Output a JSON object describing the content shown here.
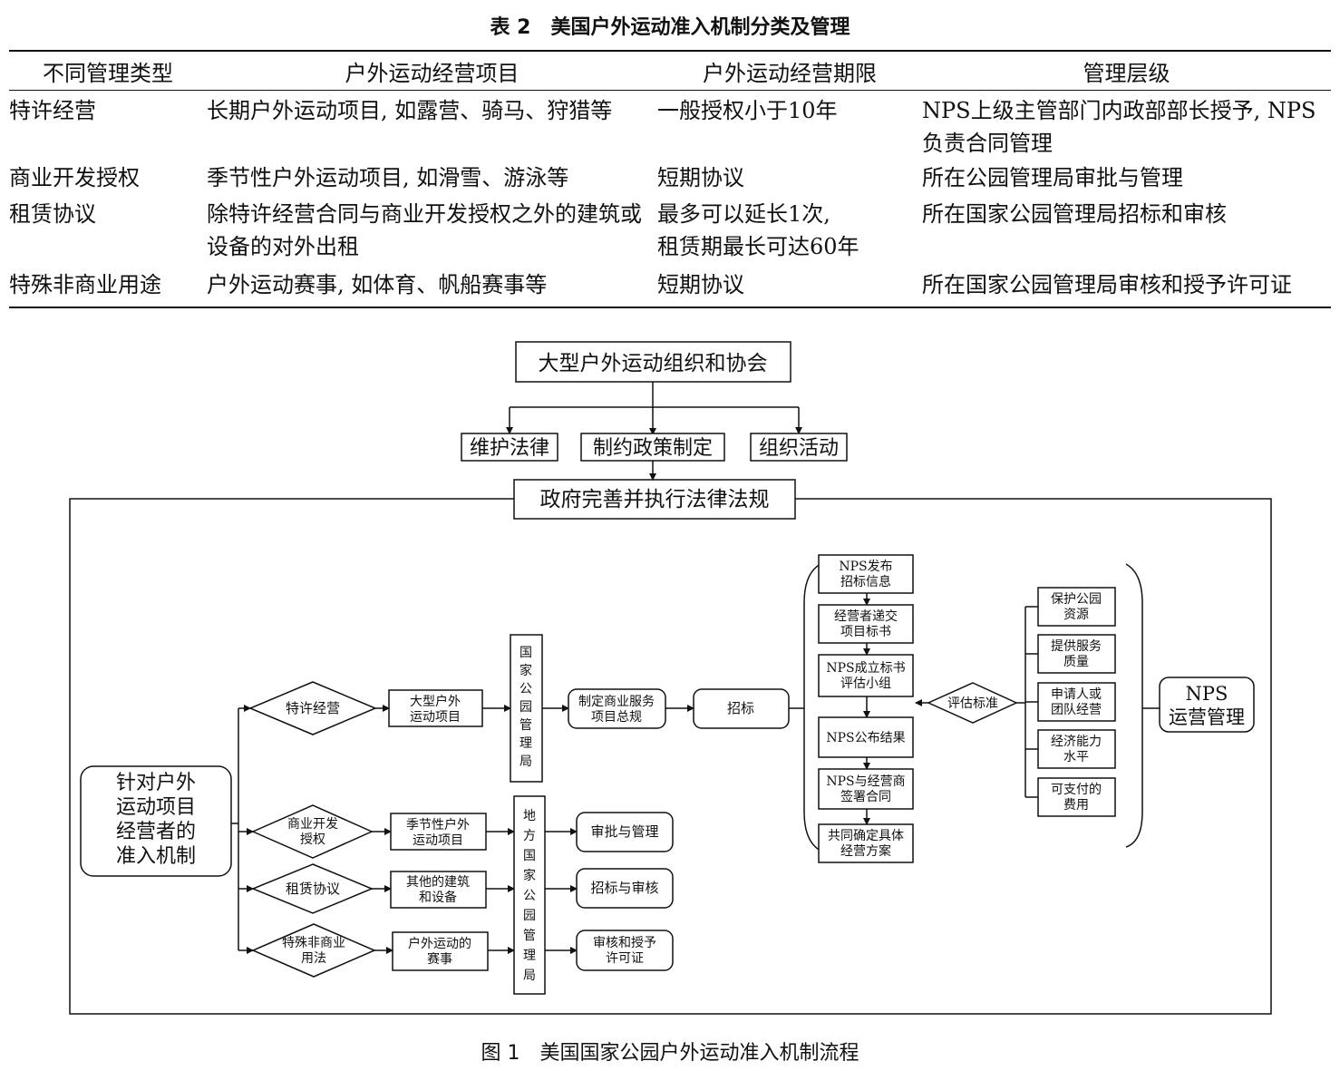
{
  "table": {
    "caption": "表 2　美国户外运动准入机制分类及管理",
    "headers": [
      "不同管理类型",
      "户外运动经营项目",
      "户外运动经营期限",
      "管理层级"
    ],
    "rows": [
      [
        "特许经营",
        "长期户外运动项目, 如露营、骑马、狩猎等",
        "一般授权小于10年",
        "NPS上级主管部门内政部部长授予, NPS负责合同管理"
      ],
      [
        "商业开发授权",
        "季节性户外运动项目, 如滑雪、游泳等",
        "短期协议",
        "所在公园管理局审批与管理"
      ],
      [
        "租赁协议",
        "除特许经营合同与商业开发授权之外的建筑或设备的对外出租",
        "最多可以延长1次,\n租赁期最长可达60年",
        "所在国家公园管理局招标和审核"
      ],
      [
        "特殊非商业用途",
        "户外运动赛事, 如体育、帆船赛事等",
        "短期协议",
        "所在国家公园管理局审核和授予许可证"
      ]
    ]
  },
  "figure": {
    "caption": "图 1　美国国家公园户外运动准入机制流程",
    "nodes": {
      "org": "大型户外运动组织和协会",
      "law": "维护法律",
      "policy": "制约政策制定",
      "activity": "组织活动",
      "gov": "政府完善并执行法律法规",
      "mechanism": [
        "针对户外",
        "运动项目",
        "经营者的",
        "准入机制"
      ],
      "type_concession": "特许经营",
      "type_commercial": [
        "商业开发",
        "授权"
      ],
      "type_lease": "租赁协议",
      "type_special": [
        "特殊非商业",
        "用法"
      ],
      "item_longterm": [
        "大型户外",
        "运动项目"
      ],
      "item_seasonal": [
        "季节性户外",
        "运动项目"
      ],
      "item_buildings": [
        "其他的建筑",
        "和设备"
      ],
      "item_events": [
        "户外运动的",
        "赛事"
      ],
      "nps_bureau": [
        "国",
        "家",
        "公",
        "园",
        "管",
        "理",
        "局"
      ],
      "local_bureau": [
        "地",
        "方",
        "国",
        "家",
        "公",
        "园",
        "管",
        "理",
        "局"
      ],
      "regulation": [
        "制定商业服务",
        "项目总规"
      ],
      "bidding": "招标",
      "out_approve": "审批与管理",
      "out_tender": "招标与审核",
      "out_permit": [
        "审核和授予",
        "许可证"
      ],
      "step_publish": [
        "NPS发布",
        "招标信息"
      ],
      "step_submit": [
        "经营者递交",
        "项目标书"
      ],
      "step_panel": [
        "NPS成立标书",
        "评估小组"
      ],
      "step_result": "NPS公布结果",
      "step_contract": [
        "NPS与经营商",
        "签署合同"
      ],
      "step_plan": [
        "共同确定具体",
        "经营方案"
      ],
      "criteria": "评估标准",
      "crit_protect": [
        "保护公园",
        "资源"
      ],
      "crit_service": [
        "提供服务",
        "质量"
      ],
      "crit_applicant": [
        "申请人或",
        "团队经营"
      ],
      "crit_economic": [
        "经济能力",
        "水平"
      ],
      "crit_cost": [
        "可支付的",
        "费用"
      ],
      "nps_ops": [
        "NPS",
        "运营管理"
      ]
    }
  }
}
